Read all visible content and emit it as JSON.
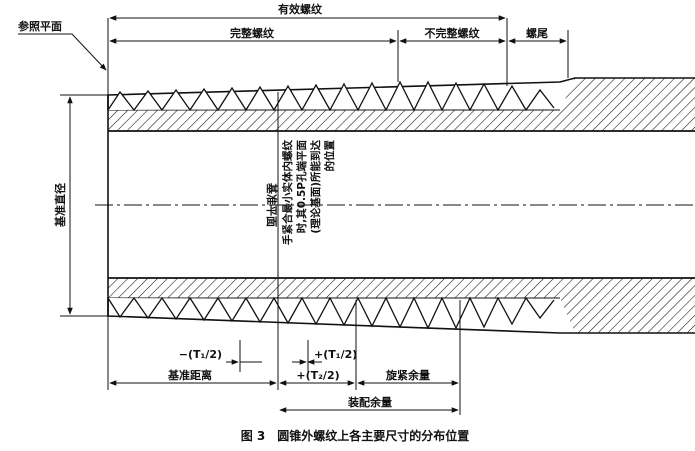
{
  "labels": {
    "effective_thread": "有效螺纹",
    "reference_plane": "参照平面",
    "complete_thread": "完整螺纹",
    "incomplete_thread": "不完整螺纹",
    "thread_tail": "螺尾",
    "basic_diameter": "基准直径",
    "basic_plane": "基准平面",
    "note_line_1": "手紧合最小实体内螺纹",
    "note_line_2": "时,其0.5P孔端平面",
    "note_line_3": "(理论基面)所能到达",
    "note_line_4": "的位置",
    "tol_neg_t1": "−(T₁/2)",
    "tol_pos_t1": "+(T₁/2)",
    "tol_pos_t2": "+(T₂/2)",
    "basic_distance": "基准距离",
    "makeup_allowance": "旋紧余量",
    "assembly_allowance": "装配余量"
  },
  "caption": "图 3　圆锥外螺纹上各主要尺寸的分布位置"
}
